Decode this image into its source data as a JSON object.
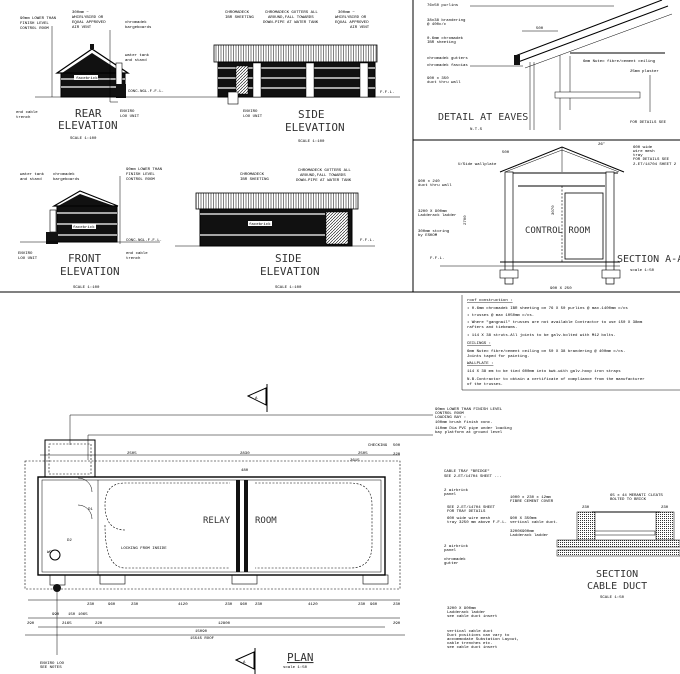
{
  "rear_elevation": {
    "title_1": "REAR",
    "title_2": "ELEVATION",
    "scale": "SCALE 1:100",
    "notes": [
      "90mm LOWER THAN",
      "FINISH LEVEL",
      "CONTROL ROOM",
      "300mm ~",
      "WHIRLYBIRD OR",
      "EQUAL APPROVED",
      "AIR VENT",
      "chromadek",
      "bargeboards",
      "water tank",
      "and stand",
      "facebrick",
      "CONC.NGL.F.F.L.",
      "end cable",
      "trench",
      "ENVIRO",
      "LOO UNIT"
    ]
  },
  "side_elevation_top": {
    "title_1": "SIDE",
    "title_2": "ELEVATION",
    "scale": "SCALE 1:100",
    "notes": [
      "CHROMADECK",
      "IBR SHEETING",
      "CHROMADECK GUTTERS ALL",
      "AROUND,FALL TOWARDS",
      "DOWN-PIPE AT WATER TANK",
      "300mm ~",
      "WHIRLYBIRD OR",
      "EQUAL APPROVED",
      "AIR VENT",
      "F.F.L.",
      "ENVIRO",
      "LOO UNIT"
    ]
  },
  "front_elevation": {
    "title_1": "FRONT",
    "title_2": "ELEVATION",
    "scale": "SCALE 1:100",
    "notes": [
      "water tank",
      "and stand",
      "chromadek",
      "bargeboards",
      "90mm LOWER THAN",
      "FINISH LEVEL",
      "CONTROL ROOM",
      "facebrick",
      "CONC.NGL.F.F.L.",
      "ENVIRO",
      "LOO UNIT",
      "end cable",
      "trench"
    ]
  },
  "side_elevation_bottom": {
    "title_1": "SIDE",
    "title_2": "ELEVATION",
    "scale": "SCALE 1:100",
    "notes": [
      "CHROMADECK",
      "IBR SHEETING",
      "CHROMADECK GUTTERS ALL",
      "AROUND,FALL TOWARDS",
      "DOWN-PIPE AT WATER TANK",
      "facebrick",
      "F.F.L."
    ]
  },
  "detail_eaves": {
    "title": "DETAIL AT EAVES",
    "scale": "N.T.S",
    "notes": [
      "76x50 purlins",
      "38x38 brandering",
      "@ 400c/c",
      "0.6mm chromadek",
      "IBR sheeting",
      "chromadek gutters",
      "chromadek fascias",
      "900 x 350",
      "duct thru wall",
      "500",
      "6mm Nutec fibre/cement ceiling",
      "25mm plaster",
      "FOR DETAILS SEE"
    ]
  },
  "section_aa": {
    "title": "SECTION A-A",
    "scale": "scale 1:50",
    "room": "CONTROL ROOM",
    "notes": [
      "500",
      "26°",
      "600 wide",
      "wire mesh",
      "tray",
      "FOR DETAILS SEE",
      "2-ET/14704 SHEET 2",
      "U/Side wallplate",
      "900 x 240",
      "duct thru wall",
      "3200 X 900mm",
      "Ladderack ladder",
      "300mm storing",
      "by ESKOM",
      "F.F.L.",
      "2700",
      "3070",
      "900 X 250"
    ]
  },
  "notes_box": {
    "heading_roof": "roof construction :",
    "roof": [
      "• 0.6mm chromadek IBR sheeting on 76 X 50 purlins @ max.1400mm c/cs",
      "• trusses @ max 1050mm c/cs.",
      "• Where \"gangnail\" trusses are not available Contractor to use 150 X 38mm",
      "  rafters and tiebeams.",
      "• 114 X 38 struts.All joints to be galv.bolted with M12 bolts."
    ],
    "heading_ceiling": "CEILINGS :",
    "ceiling": [
      "6mm Nutec fibre/cement ceiling on 50 X 38 brandering @ 400mm c/cs.",
      "Joints taped for painting."
    ],
    "heading_wallplate": "WALLPLATE :",
    "wallplate": [
      "114 X 38 mm to be tied 600mm into bwk.with galv.hoop iron straps"
    ],
    "nb": [
      "N.B.Contractor to obtain a certificate of compliance from the manufacturer",
      "of the trusses."
    ]
  },
  "plan": {
    "title": "PLAN",
    "scale": "scale 1:50",
    "room_1": "RELAY",
    "room_2": "ROOM",
    "section_marker": "A",
    "notes": [
      "90mm LOWER THAN FINISH LEVEL",
      "CONTROL ROOM",
      "LOADING BAY :",
      "100mm brush finish conc.",
      "110mm Dia PVC pipe under loading",
      "bay platform at ground level",
      "CABLE TRAY \"BRIDGE\"",
      "SEE 2-ET/14704 SHEET ...",
      "2 airbrick",
      "panel",
      "SEE 2-ET/14704 SHEET",
      "FOR TRAY DETAILS",
      "600 wide wire mesh",
      "tray 3250 mm above F.F.L.",
      "2 airbrick",
      "panel",
      "chromadek",
      "gutter",
      "3200 X 900mm",
      "Ladderack ladder",
      "see cable duct insert",
      "vertical cable duct",
      "Duct positions can vary to",
      "accommodate Substation Layout,",
      "cable trenches etc.",
      "see cable duct insert",
      "LOCKING FROM INSIDE",
      "WC",
      "ENVIRO LOO",
      "SEE NOTES",
      "D1",
      "D2"
    ],
    "dims_top": [
      "2505",
      "2830",
      "2505",
      "2615",
      "CHECKING",
      "500",
      "220",
      "480"
    ],
    "dims_bottom": [
      "230",
      "960",
      "230",
      "4120",
      "230",
      "960",
      "230",
      "4120",
      "230",
      "960",
      "230"
    ],
    "dims_total": [
      "290",
      "2165",
      "220",
      "12800",
      "290",
      "15090",
      "15545 ROOF",
      "990",
      "150",
      "1065"
    ]
  },
  "cable_duct": {
    "title_1": "SECTION",
    "title_2": "CABLE DUCT",
    "scale": "SCALE 1:50",
    "notes": [
      "1000 x 230 x 12mm",
      "FIBRE CEMENT COVER",
      "65 x 44 MERANTI CLEATS",
      "BOLTED TO BRICK",
      "230",
      "230",
      "900 X 350mm",
      "vertical cable duct.",
      "3200X900mm",
      "Ladderack ladder"
    ]
  }
}
